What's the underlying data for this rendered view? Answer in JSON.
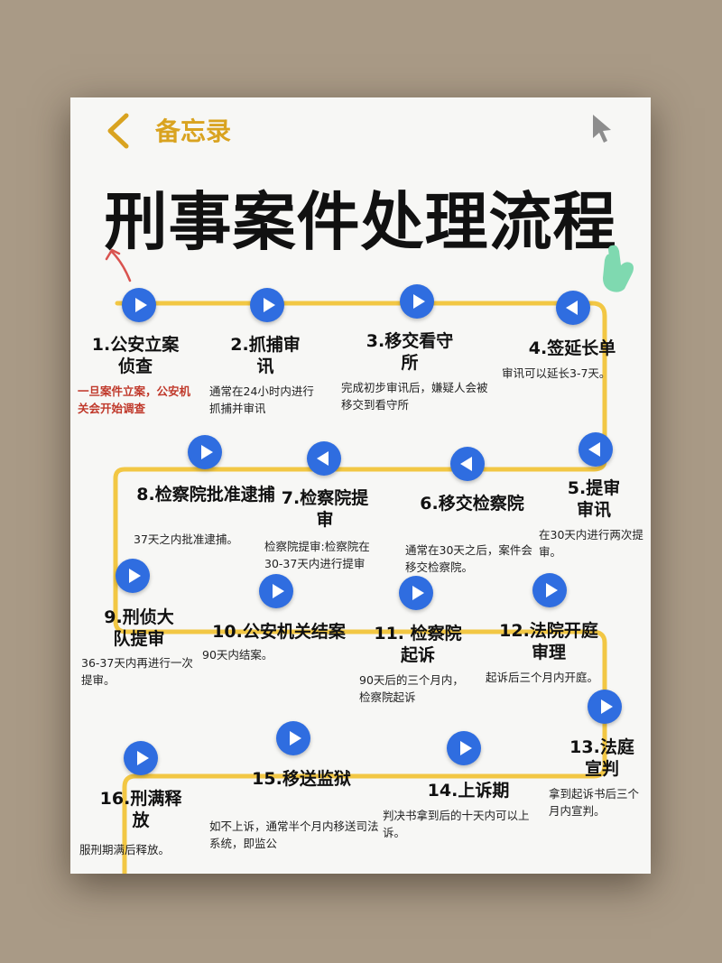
{
  "header": {
    "back_label": "备忘录",
    "title": "刑事案件处理流程"
  },
  "colors": {
    "accent": "#d9a320",
    "route": "#f2c744",
    "button": "#2f6de0",
    "highlight_text": "#c0392b"
  },
  "icons": [
    "chevron-left-icon",
    "cursor-arrow-icon",
    "arrow-up-icon",
    "hand-pointer-icon",
    "play-icon"
  ],
  "steps": [
    {
      "title": "1.公安立案侦查",
      "desc": "一旦案件立案，公安机关会开始调查"
    },
    {
      "title": "2.抓捕审讯",
      "desc": "通常在24小时内进行抓捕并审讯"
    },
    {
      "title": "3.移交看守所",
      "desc": "完成初步审讯后，嫌疑人会被移交到看守所"
    },
    {
      "title": "4.签延长单",
      "desc": "审讯可以延长3-7天。"
    },
    {
      "title": "5.提审审讯",
      "desc": "在30天内进行两次提审。"
    },
    {
      "title": "6.移交检察院",
      "desc": "通常在30天之后，案件会移交检察院。"
    },
    {
      "title": "7.检察院提审",
      "desc": "检察院提审:检察院在30-37天内进行提审"
    },
    {
      "title": "8.检察院批准逮捕",
      "desc": "37天之内批准逮捕。"
    },
    {
      "title": "9.刑侦大队提审",
      "desc": "36-37天内再进行一次提审。"
    },
    {
      "title": "10.公安机关结案",
      "desc": "90天内结案。"
    },
    {
      "title": "11. 检察院起诉",
      "desc": "90天后的三个月内，检察院起诉"
    },
    {
      "title": "12.法院开庭审理",
      "desc": "起诉后三个月内开庭。"
    },
    {
      "title": "13.法庭宣判",
      "desc": "拿到起诉书后三个月内宣判。"
    },
    {
      "title": "14.上诉期",
      "desc": "判决书拿到后的十天内可以上诉。"
    },
    {
      "title": "15.移送监狱",
      "desc": "如不上诉，通常半个月内移送司法系统，即监公"
    },
    {
      "title": "16.刑满释放",
      "desc": "服刑期满后释放。"
    }
  ]
}
